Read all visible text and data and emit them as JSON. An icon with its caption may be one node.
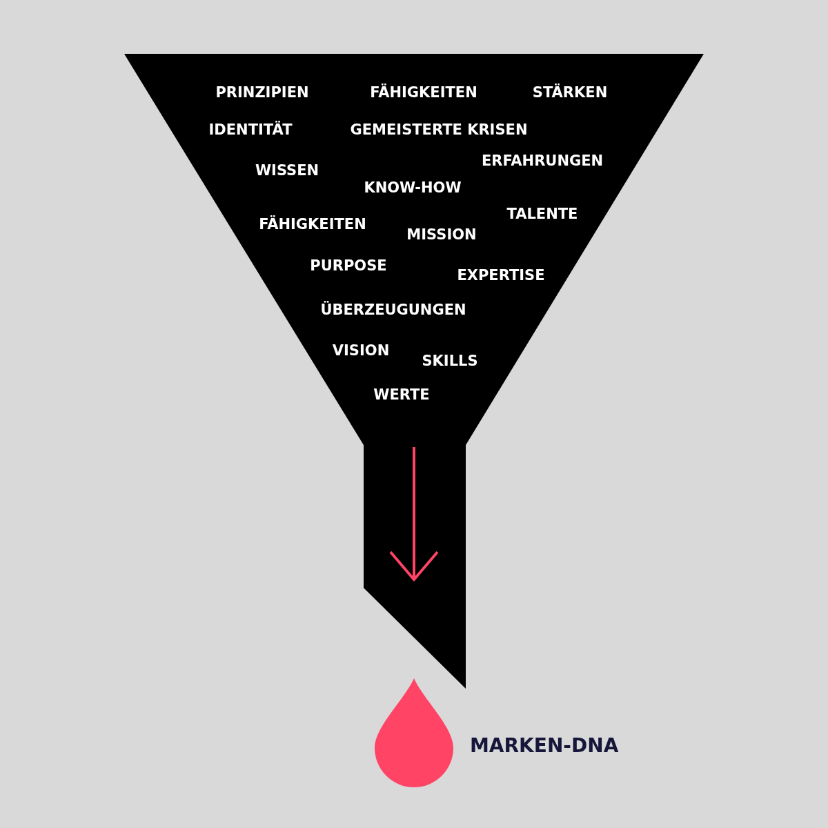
{
  "diagram": {
    "nodes": [
      {
        "text": [
          "PRINZIPIEN",
          "FÄHIGKEITEN",
          "STÄRKEN",
          "IDENTITÄT",
          "GEMEISTERTE KRISEN",
          "ERFAHRUNGEN",
          "WISSEN",
          "KNOW-HOW",
          "TALENTE",
          "FÄHIGKEITEN",
          "MISSION",
          "PURPOSE",
          "EXPERTISE",
          "ÜBERZEUGUNGEN",
          "VISION",
          "SKILLS",
          "WERTE"
        ]
      },
      {
        "text": [],
        "shape": "drop",
        "beside": [
          "MARKEN-DNA"
        ]
      }
    ],
    "edges": []
  }
}
